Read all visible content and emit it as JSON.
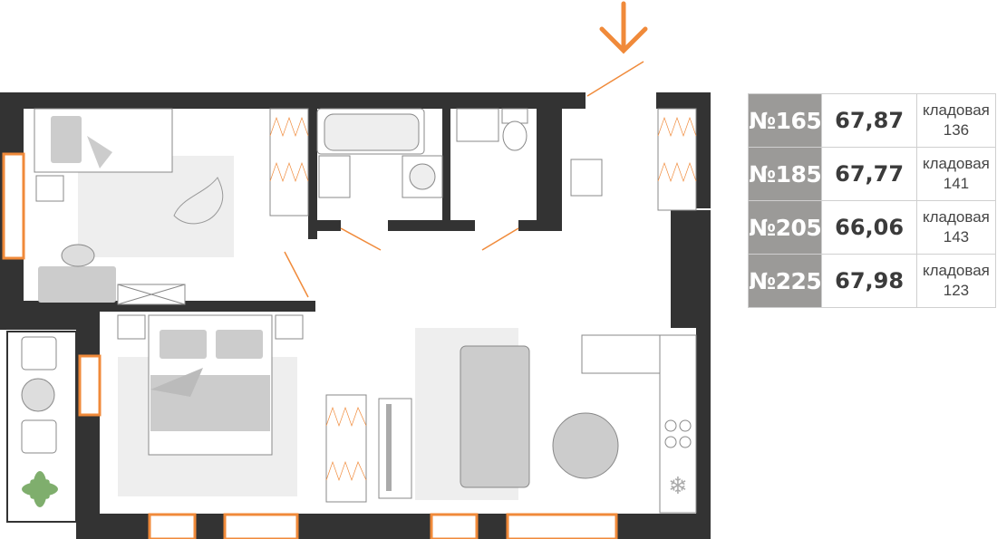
{
  "plan": {
    "entrance_icon": "arrow-down-icon",
    "colors": {
      "wall": "#333333",
      "window": "#f08a3a",
      "furniture": "#d8d8d8",
      "rug": "#eeeeee"
    }
  },
  "units": [
    {
      "number": "№165",
      "area": "67,87",
      "storage_label": "кладовая",
      "storage_number": "136"
    },
    {
      "number": "№185",
      "area": "67,77",
      "storage_label": "кладовая",
      "storage_number": "141"
    },
    {
      "number": "№205",
      "area": "66,06",
      "storage_label": "кладовая",
      "storage_number": "143"
    },
    {
      "number": "№225",
      "area": "67,98",
      "storage_label": "кладовая",
      "storage_number": "123"
    }
  ]
}
